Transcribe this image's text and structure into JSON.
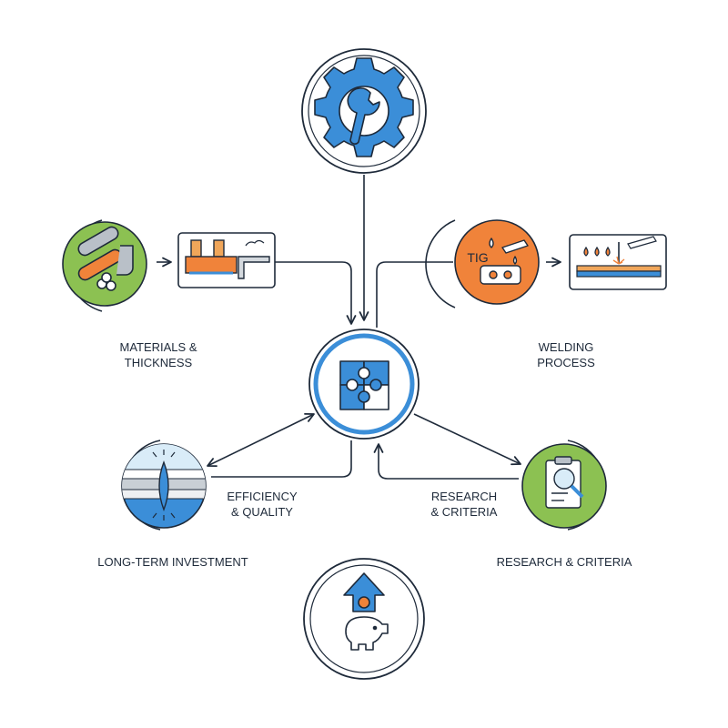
{
  "colors": {
    "ink": "#1e2a3a",
    "blue": "#3b8ed8",
    "green": "#8cc152",
    "orange": "#f0833a",
    "gray": "#b9c0c8",
    "light_blue": "#d9ecf8"
  },
  "center_hub": {
    "icon": "puzzle-icon"
  },
  "top_node": {
    "icon": "gear-wrench-icon"
  },
  "bottom_node": {
    "icon": "piggy-bank-arrow-icon"
  },
  "left_node": {
    "label_line1": "MATERIALS &",
    "label_line2": "THICKNESS",
    "icon": "pipes-icon",
    "detail_icon": "plate-caliper-icon"
  },
  "right_node": {
    "label_line1": "WELDING",
    "label_line2": "PROCESS",
    "badge_text": "TIG",
    "icon": "tig-torch-icon",
    "detail_icon": "weld-seam-icon"
  },
  "bottom_left_node": {
    "icon": "weld-joint-icon",
    "side_label_line1": "EFFICIENCY",
    "side_label_line2": "& QUALITY",
    "caption": "LONG-TERM INVESTMENT"
  },
  "bottom_right_node": {
    "icon": "clipboard-magnifier-icon",
    "side_label_line1": "RESEARCH",
    "side_label_line2": "& CRITERIA",
    "caption": "RESEARCH & CRITERIA"
  }
}
